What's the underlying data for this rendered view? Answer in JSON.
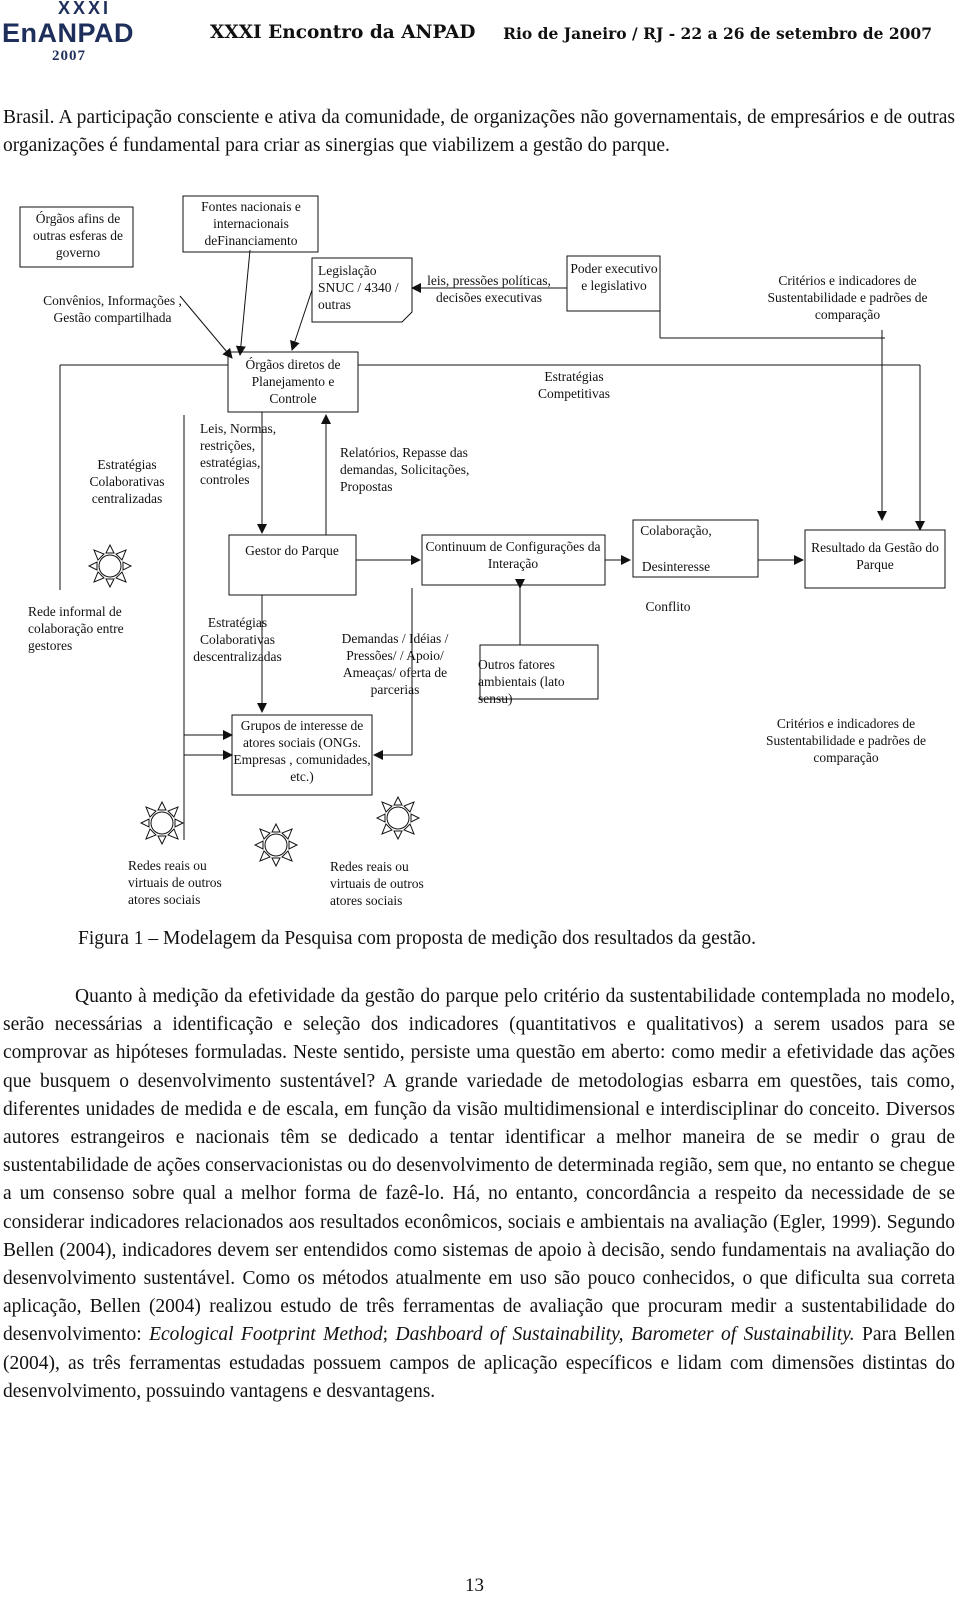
{
  "header": {
    "logo_top": "XXXI",
    "logo_main": "EnANPAD",
    "logo_year": "2007",
    "event": "XXXI Encontro da ANPAD",
    "place_date": "Rio de Janeiro / RJ - 22 a 26 de setembro de 2007"
  },
  "intro_paragraph": "Brasil. A participação consciente e ativa da comunidade, de organizações não governamentais, de empresários e de outras organizações é fundamental para criar as sinergias que viabilizem a gestão do parque.",
  "diagram": {
    "orgaos_afins": "Órgãos afins de outras esferas de governo",
    "convenios": "Convênios, Informações , Gestão compartilhada",
    "fontes": "Fontes nacionais e internacionais deFinanciamento",
    "legislacao": "Legislação SNUC / 4340 / outras",
    "leis_pressoes": "leis, pressões políticas, decisões executivas",
    "poder": "Poder executivo e legislativo",
    "criterios_top": "Critérios e indicadores de Sustentabilidade e padrões de comparação",
    "orgaos_diretos": "Órgãos diretos de Planejamento e Controle",
    "estrategias_competitivas": "Estratégias Competitivas",
    "estrategias_centralizadas": "Estratégias Colaborativas centralizadas",
    "leis_normas": "Leis, Normas, restrições, estratégias, controles",
    "relatorios": "Relatórios, Repasse das demandas, Solicitações, Propostas",
    "gestor": "Gestor do Parque",
    "continuum": "Continuum de Configurações da Interação",
    "colaboracao": "Colaboração,",
    "desinteresse": "Desinteresse",
    "conflito": "Conflito",
    "resultado": "Resultado da Gestão do Parque",
    "rede_informal": "Rede informal de colaboração entre gestores",
    "estrategias_descentralizadas": "Estratégias Colaborativas descentralizadas",
    "demandas": "Demandas / Idéias / Pressões/ / Apoio/ Ameaças/ oferta de parcerias",
    "outros_fatores": "Outros fatores ambientais (lato sensu)",
    "grupos": "Grupos de interesse de atores sociais (ONGs. Empresas , comunidades, etc.)",
    "criterios_bottom": "Critérios e indicadores de Sustentabilidade e padrões de comparação",
    "redes_1": "Redes reais ou virtuais de outros atores sociais",
    "redes_2": "Redes reais ou virtuais de outros atores sociais"
  },
  "caption": "Figura 1 – Modelagem da Pesquisa com proposta de medição dos resultados da gestão.",
  "main_paragraph": {
    "text1": "Quanto à medição da efetividade da gestão do parque pelo critério da sustentabilidade contemplada no modelo, serão necessárias a identificação e seleção dos indicadores (quantitativos e qualitativos) a serem usados para se comprovar as hipóteses formuladas. Neste sentido, persiste uma questão em aberto: como medir a efetividade das ações que busquem o desenvolvimento sustentável? A grande variedade de metodologias esbarra em questões, tais como, diferentes unidades de medida e de escala, em função da visão multidimensional e interdisciplinar do conceito. Diversos autores estrangeiros e nacionais têm se dedicado a tentar identificar a melhor maneira de se medir o grau de sustentabilidade de ações conservacionistas ou do desenvolvimento de determinada região, sem que, no entanto se chegue a um consenso sobre qual a melhor forma de fazê-lo. Há, no entanto, concordância a respeito da necessidade de se considerar indicadores relacionados aos resultados econômicos, sociais e ambientais na avaliação (Egler, 1999). Segundo Bellen (2004), indicadores devem ser entendidos como sistemas de apoio à decisão, sendo fundamentais na avaliação do desenvolvimento sustentável. Como os métodos atualmente em uso são pouco conhecidos, o que dificulta sua correta aplicação, Bellen (2004) realizou estudo de três ferramentas de avaliação que procuram medir a sustentabilidade do desenvolvimento:",
    "tool1": "Ecological Footprint Method",
    "sep1": "; ",
    "tool2": "Dashboard of Sustainability,",
    "sep2": " ",
    "tool3": "Barometer of Sustainability.",
    "text2": " Para Bellen (2004), as três ferramentas estudadas possuem campos de aplicação específicos e lidam com dimensões distintas do desenvolvimento, possuindo vantagens e desvantagens."
  },
  "page_number": "13"
}
